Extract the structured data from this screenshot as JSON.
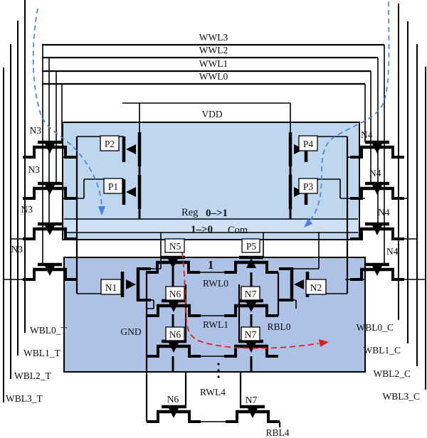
{
  "word_lines": {
    "wwl3": "WWL3",
    "wwl2": "WWL2",
    "wwl1": "WWL1",
    "wwl0": "WWL0"
  },
  "power": {
    "vdd": "VDD",
    "gnd": "GND"
  },
  "write_bitlines_true": [
    "WBL0_T",
    "WBL1_T",
    "WBL2_T",
    "WBL3_T"
  ],
  "write_bitlines_comp": [
    "WBL0_C",
    "WBL1_C",
    "WBL2_C",
    "WBL3_C"
  ],
  "transistors": {
    "n3": [
      "N3",
      "N3",
      "N3",
      "N3"
    ],
    "n4": [
      "N4",
      "N4",
      "N4",
      "N4"
    ],
    "p1": "P1",
    "p2": "P2",
    "p3": "P3",
    "p4": "P4",
    "p5": "P5",
    "n1": "N1",
    "n2": "N2",
    "n5": "N5",
    "n6": [
      "N6",
      "N6",
      "N6"
    ],
    "n7": [
      "N7",
      "N7",
      "N7"
    ]
  },
  "read_port": {
    "rwl0": "RWL0",
    "rwl1": "RWL1",
    "rwl4": "RWL4",
    "rbl0": "RBL0",
    "rbl4": "RBL4"
  },
  "nodes": {
    "reg": "Reg",
    "com": "Com"
  },
  "annotations": {
    "reg_transition": "0–>1",
    "com_transition": "1–>0",
    "read_value": "1"
  },
  "colors": {
    "upper_cell": "#bed7ee",
    "band": "#cde0f4",
    "lower_cell": "#aec2e5",
    "annotation_red": "#e02018",
    "annotation_blue": "#3a6fd8",
    "dash_blue": "#4a80e4"
  }
}
